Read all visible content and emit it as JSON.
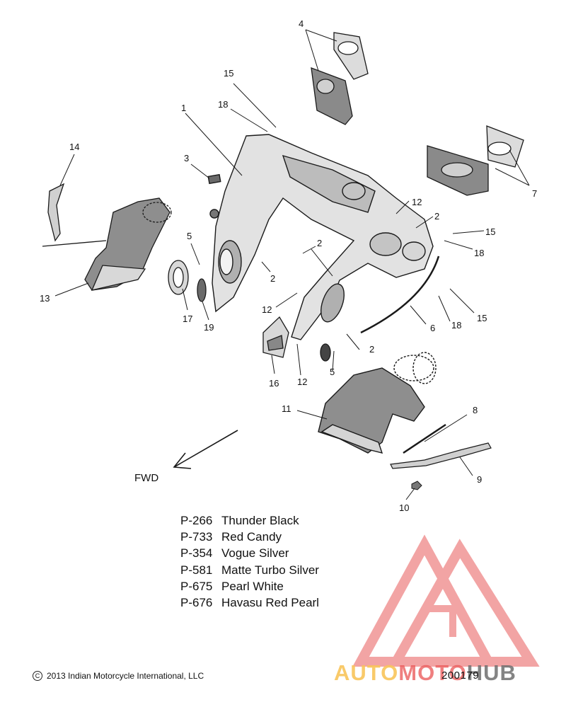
{
  "callouts": [
    {
      "id": "c1",
      "text": "1"
    },
    {
      "id": "c2a",
      "text": "2"
    },
    {
      "id": "c2b",
      "text": "2"
    },
    {
      "id": "c2c",
      "text": "2"
    },
    {
      "id": "c2d",
      "text": "2"
    },
    {
      "id": "c3",
      "text": "3"
    },
    {
      "id": "c4",
      "text": "4"
    },
    {
      "id": "c5a",
      "text": "5"
    },
    {
      "id": "c5b",
      "text": "5"
    },
    {
      "id": "c6",
      "text": "6"
    },
    {
      "id": "c7",
      "text": "7"
    },
    {
      "id": "c8",
      "text": "8"
    },
    {
      "id": "c9",
      "text": "9"
    },
    {
      "id": "c10",
      "text": "10"
    },
    {
      "id": "c11",
      "text": "11"
    },
    {
      "id": "c12a",
      "text": "12"
    },
    {
      "id": "c12b",
      "text": "12"
    },
    {
      "id": "c12c",
      "text": "12"
    },
    {
      "id": "c13",
      "text": "13"
    },
    {
      "id": "c14",
      "text": "14"
    },
    {
      "id": "c15a",
      "text": "15"
    },
    {
      "id": "c15b",
      "text": "15"
    },
    {
      "id": "c15c",
      "text": "15"
    },
    {
      "id": "c16",
      "text": "16"
    },
    {
      "id": "c17",
      "text": "17"
    },
    {
      "id": "c18a",
      "text": "18"
    },
    {
      "id": "c18b",
      "text": "18"
    },
    {
      "id": "c18c",
      "text": "18"
    },
    {
      "id": "c19",
      "text": "19"
    }
  ],
  "fwd_label": "FWD",
  "color_legend": [
    {
      "code": "P-266",
      "name": "Thunder Black"
    },
    {
      "code": "P-733",
      "name": "Red Candy"
    },
    {
      "code": "P-354",
      "name": "Vogue Silver"
    },
    {
      "code": "P-581",
      "name": "Matte Turbo Silver"
    },
    {
      "code": "P-675",
      "name": "Pearl White"
    },
    {
      "code": "P-676",
      "name": "Havasu Red Pearl"
    }
  ],
  "copyright_text": "2013 Indian Motorcycle International, LLC",
  "diagram_id": "200179",
  "watermark": {
    "part1": "AUTO",
    "part2": "MOTO",
    "part3": "HUB"
  },
  "colors": {
    "line": "#1a1a1a",
    "part_fill": "#e9e9e9",
    "part_dark": "#9a9a9a",
    "watermark_red": "#e85a5a",
    "watermark_orange": "#f5c15a",
    "watermark_gray": "#6e6e6e"
  }
}
